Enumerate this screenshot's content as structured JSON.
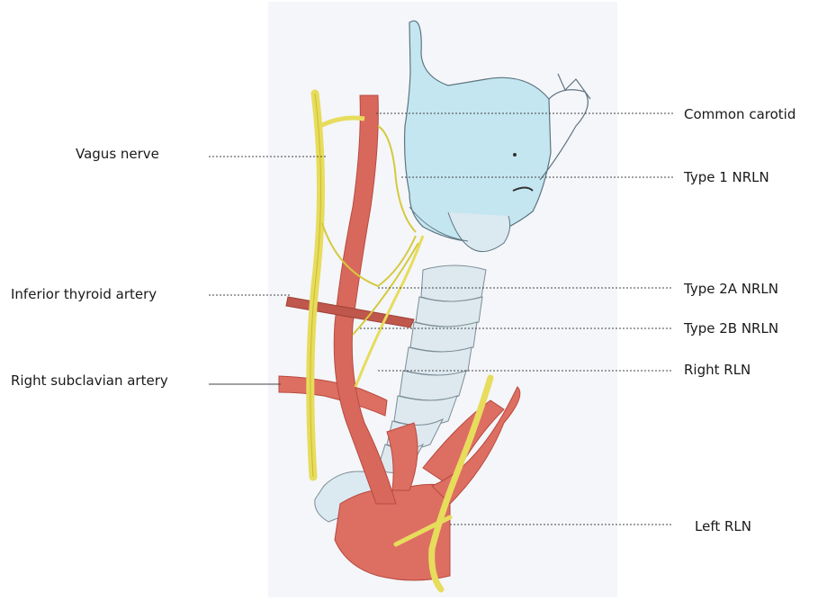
{
  "labels": {
    "common_carotid": "Common carotid",
    "type1": "Type 1 NRLN",
    "type2a": "Type 2A NRLN",
    "type2b": "Type 2B NRLN",
    "right_rln": "Right RLN",
    "left_rln": "Left  RLN",
    "vagus": "Vagus nerve",
    "inferior_thyroid": "Inferior thyroid artery",
    "right_subclavian": "Right subclavian artery"
  },
  "colors": {
    "paper": "#f6f7f9",
    "artery": "#d9685c",
    "artery_dark": "#b84a41",
    "nerve": "#e9e067",
    "nerve_dark": "#c9bd2e",
    "cartilage": "#bfe4ef",
    "cartilage_outline": "#6b7f88",
    "trachea": "#dbe9f0",
    "leader": "#333333"
  }
}
